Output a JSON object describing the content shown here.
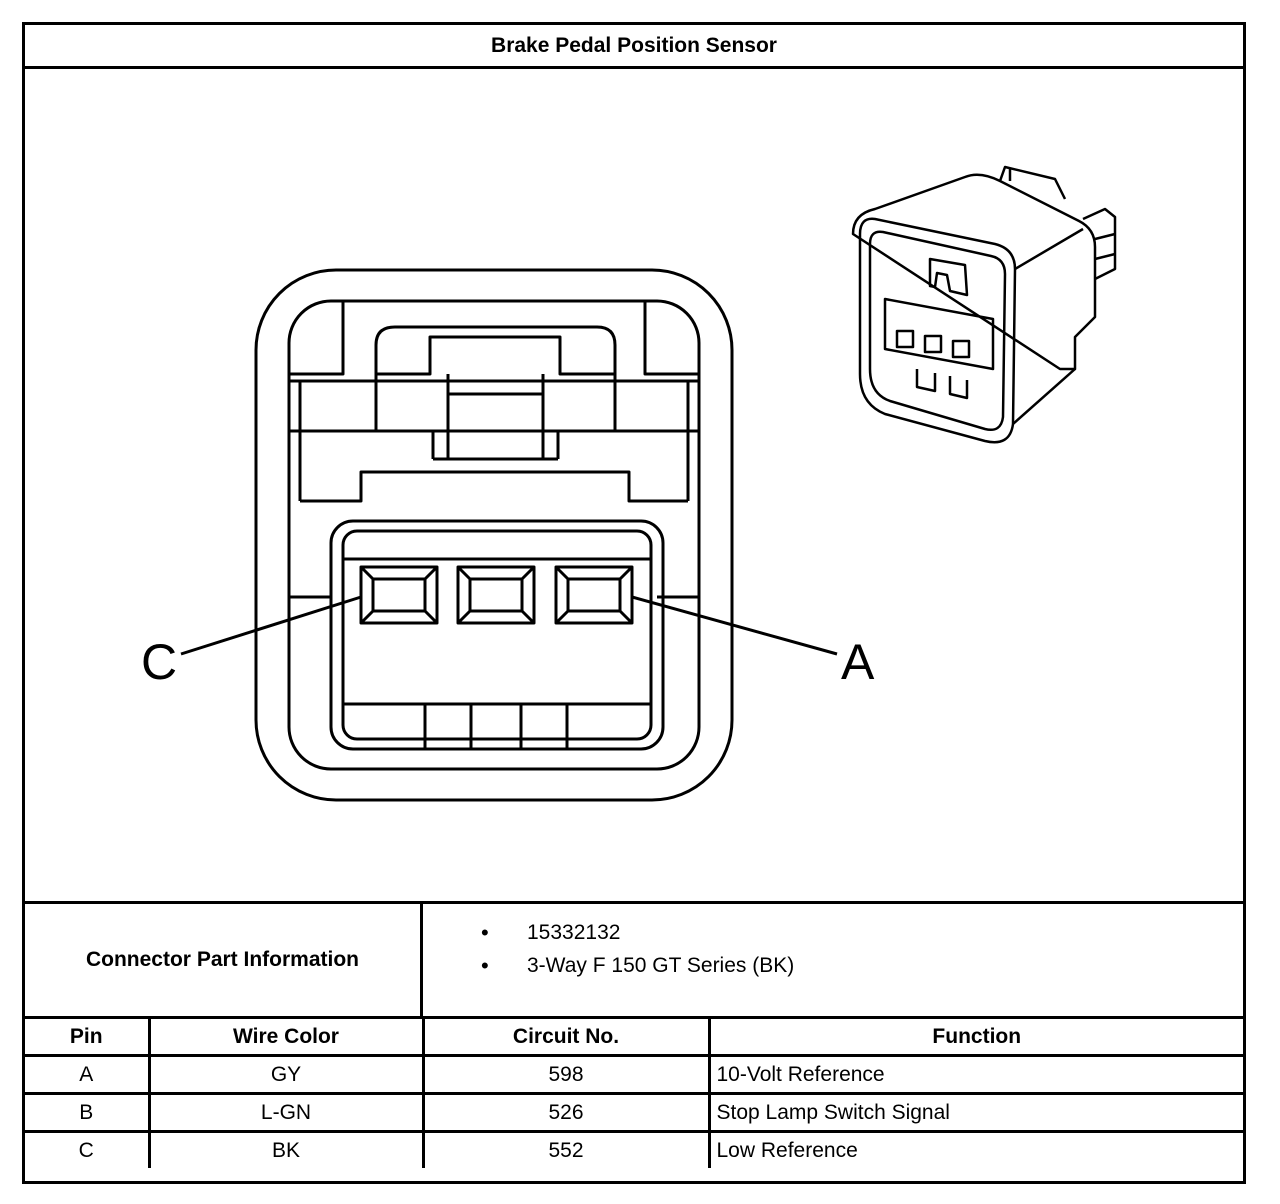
{
  "title": "Brake Pedal Position Sensor",
  "diagram": {
    "pin_labels": {
      "left": "C",
      "right": "A"
    }
  },
  "connector_info": {
    "label": "Connector Part Information",
    "items": [
      "15332132",
      "3-Way F 150 GT Series (BK)"
    ]
  },
  "pin_table": {
    "headers": {
      "pin": "Pin",
      "wire_color": "Wire Color",
      "circuit": "Circuit No.",
      "function": "Function"
    },
    "rows": [
      {
        "pin": "A",
        "wire_color": "GY",
        "circuit": "598",
        "function": "10-Volt Reference"
      },
      {
        "pin": "B",
        "wire_color": "L-GN",
        "circuit": "526",
        "function": "Stop Lamp Switch Signal"
      },
      {
        "pin": "C",
        "wire_color": "BK",
        "circuit": "552",
        "function": "Low Reference"
      }
    ]
  }
}
